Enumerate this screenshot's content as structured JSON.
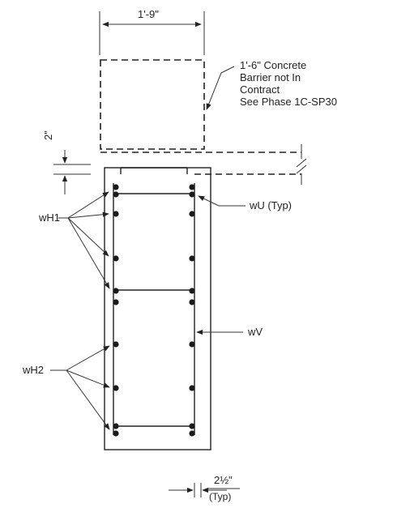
{
  "drawing": {
    "top_dimension": "1'-9\"",
    "barrier_note": [
      "1'-6\" Concrete",
      "Barrier not In",
      "Contract",
      "See Phase 1C-SP30"
    ],
    "offset_dimension": "2\"",
    "labels": {
      "wU": "wU (Typ)",
      "wH1": "wH1",
      "wV": "wV",
      "wH2": "wH2"
    },
    "cover_dimension": {
      "value": "2½\"",
      "note": "(Typ)"
    }
  }
}
